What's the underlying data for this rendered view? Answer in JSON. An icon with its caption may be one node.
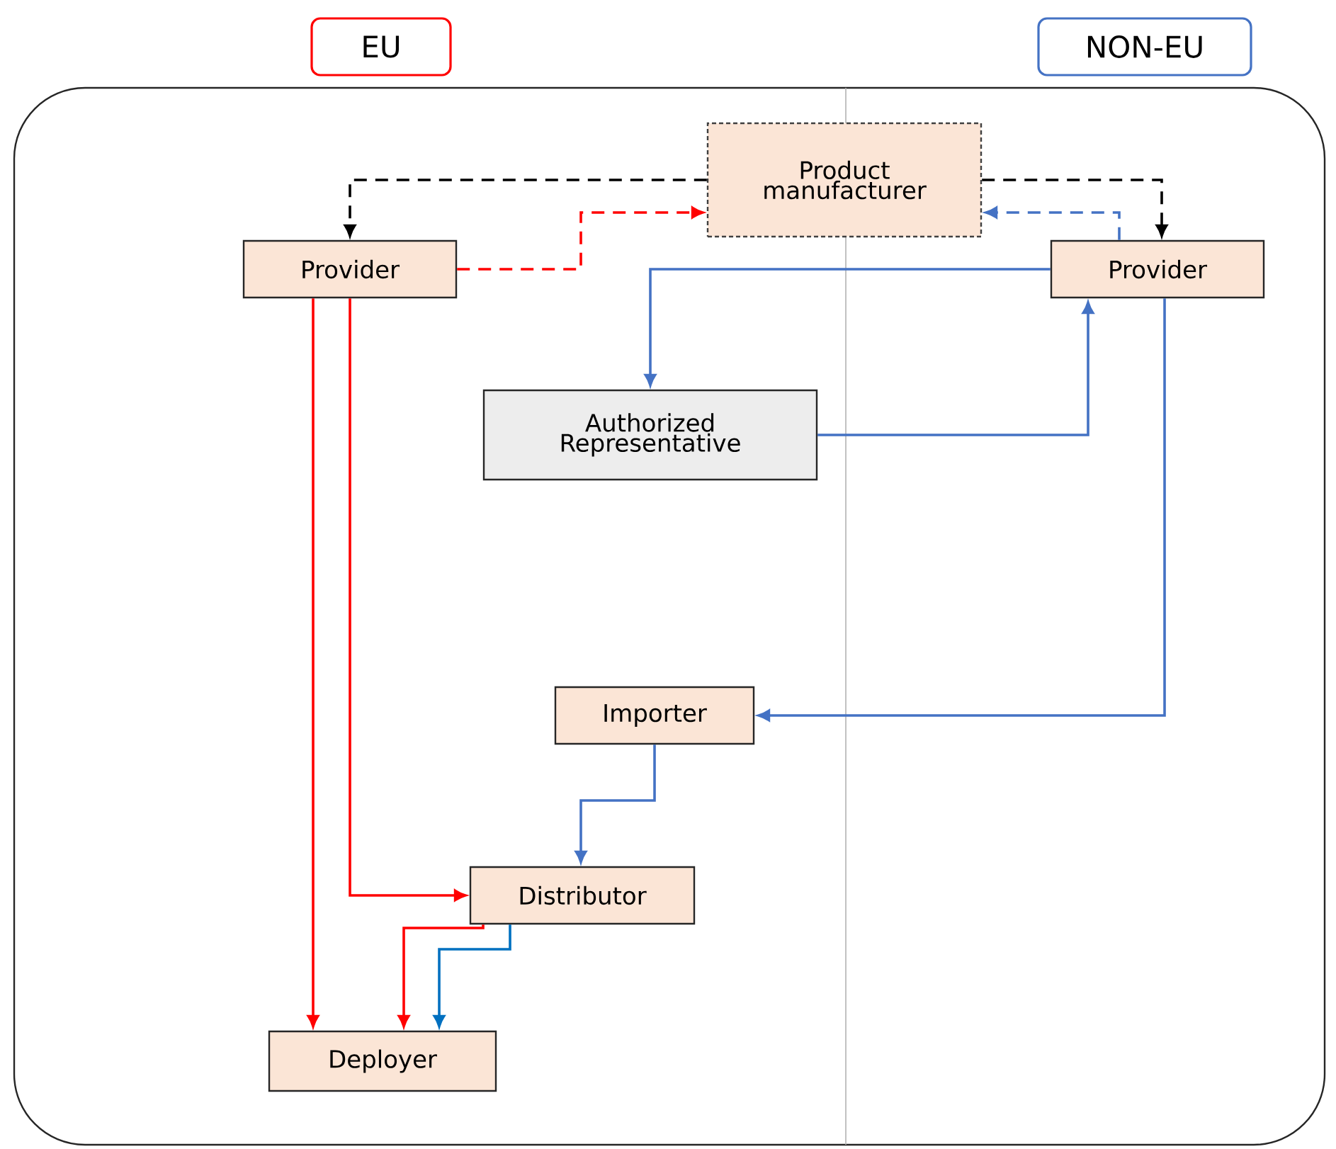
{
  "diagram": {
    "nodes": [
      {
        "text": [
          "EU"
        ]
      },
      {
        "text": [
          "NON-EU"
        ]
      },
      {
        "text": [
          "Product manufacturer"
        ]
      },
      {
        "text": [
          "Provider"
        ]
      },
      {
        "text": [
          "Provider"
        ]
      },
      {
        "text": [
          "Authorized Representative"
        ]
      },
      {
        "text": [
          "Importer"
        ]
      },
      {
        "text": [
          "Distributor"
        ]
      },
      {
        "text": [
          "Deployer"
        ]
      }
    ],
    "edges": [
      {
        "from": 2,
        "to": 3,
        "arrow": "to",
        "style": "dashed",
        "color": "#000000"
      },
      {
        "from": 2,
        "to": 4,
        "arrow": "to",
        "style": "dashed",
        "color": "#000000"
      },
      {
        "from": 3,
        "to": 2,
        "arrow": "to",
        "style": "dashed",
        "color": "#ff0000"
      },
      {
        "from": 4,
        "to": 2,
        "arrow": "to",
        "style": "dashed"
      },
      {
        "from": 4,
        "to": 5,
        "arrow": "to"
      },
      {
        "from": 5,
        "to": 4,
        "arrow": "to"
      },
      {
        "from": 4,
        "to": 6,
        "arrow": "to"
      },
      {
        "from": 6,
        "to": 7,
        "arrow": "to"
      },
      {
        "from": 3,
        "to": 8,
        "arrow": "to",
        "color": "#ff0000"
      },
      {
        "from": 3,
        "to": 7,
        "arrow": "to",
        "color": "#ff0000"
      },
      {
        "from": 7,
        "to": 8,
        "arrow": "to",
        "color": "#ff0000"
      },
      {
        "from": 7,
        "to": 8,
        "arrow": "to",
        "color": "#0070c0"
      }
    ]
  }
}
